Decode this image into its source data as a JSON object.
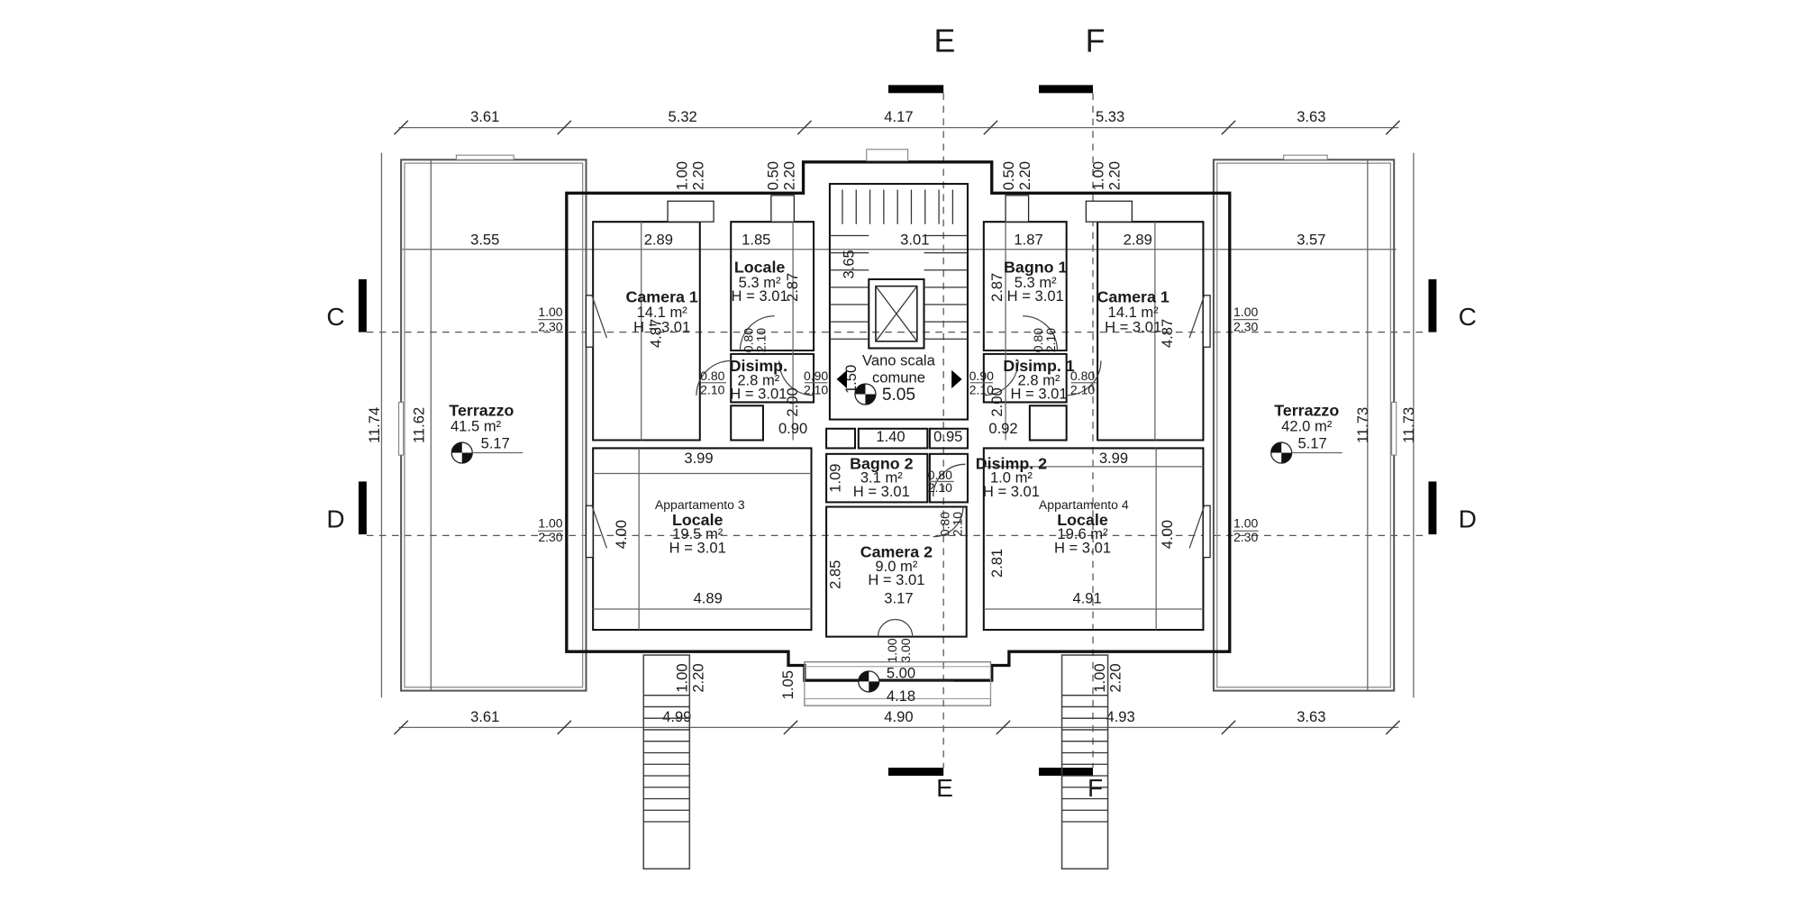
{
  "drawing": {
    "type": "floor-plan",
    "section_markers": {
      "top": [
        "E",
        "F"
      ],
      "bottom": [
        "E",
        "F"
      ],
      "left": [
        "C",
        "D"
      ],
      "right": [
        "C",
        "D"
      ]
    },
    "top_dimensions": [
      "3.61",
      "5.32",
      "4.17",
      "5.33",
      "3.63"
    ],
    "bottom_dimensions": [
      "3.61",
      "4.99",
      "4.90",
      "4.93",
      "3.63"
    ],
    "inner_top_dimensions": [
      "3.55",
      "2.89",
      "1.85",
      "3.01",
      "1.87",
      "2.89",
      "3.57"
    ],
    "left_heights": [
      "11.74",
      "11.62"
    ],
    "right_heights": [
      "11.73",
      "11.73"
    ],
    "window_labels": {
      "top_left_1": [
        "1.00",
        "2.20"
      ],
      "top_left_2": [
        "0.50",
        "2.20"
      ],
      "top_right_1": [
        "0.50",
        "2.20"
      ],
      "top_right_2": [
        "1.00",
        "2.20"
      ],
      "side": [
        "1.00",
        "2.30"
      ],
      "bottom": [
        "1.00",
        "2.20"
      ],
      "entrance": [
        "1.00",
        "3.00"
      ]
    },
    "door_labels": {
      "d080": [
        "0.80",
        "2.10"
      ],
      "d090": [
        "0.90",
        "2.10"
      ]
    },
    "rooms": {
      "terrazzo_left": {
        "name": "Terrazzo",
        "area": "41.5 m²",
        "level": "5.17"
      },
      "terrazzo_right": {
        "name": "Terrazzo",
        "area": "42.0 m²",
        "level": "5.17"
      },
      "camera1_left": {
        "name": "Camera 1",
        "area": "14.1 m²",
        "height": "H = 3.01",
        "dim_v": "4.87"
      },
      "locale_small": {
        "name": "Locale",
        "area": "5.3 m²",
        "height": "H = 3.01",
        "dim_v": "2.87"
      },
      "disimp_left": {
        "name": "Disimp.",
        "area": "2.8 m²",
        "height": "H = 3.01",
        "dim_v": "2.00",
        "dim_h": "0.90"
      },
      "vano_scala": {
        "name_1": "Vano scala",
        "name_2": "comune",
        "level": "5.05",
        "dim_v": "3.65",
        "dim_h": "1.50"
      },
      "bagno1": {
        "name": "Bagno 1",
        "area": "5.3 m²",
        "height": "H = 3.01",
        "dim_v": "2.87"
      },
      "disimp1": {
        "name": "Disimp. 1",
        "area": "2.8 m²",
        "height": "H = 3.01",
        "dim_v": "2.00",
        "dim_h": "0.92"
      },
      "camera1_right": {
        "name": "Camera 1",
        "area": "14.1 m²",
        "height": "H = 3.01",
        "dim_v": "4.87"
      },
      "app3": {
        "apt": "Appartamento 3",
        "name": "Locale",
        "area": "19.5 m²",
        "height": "H = 3.01",
        "dim_w": "3.99",
        "dim_v": "4.00",
        "dim_b": "4.89"
      },
      "bagno2": {
        "name": "Bagno 2",
        "area": "3.1 m²",
        "height": "H = 3.01",
        "dim_w": "1.40",
        "dim_v": "1.09",
        "dim_x": "0.95"
      },
      "disimp2": {
        "name": "Disimp. 2",
        "area": "1.0 m²",
        "height": "H = 3.01"
      },
      "camera2": {
        "name": "Camera 2",
        "area": "9.0 m²",
        "height": "H = 3.01",
        "dim_v": "2.85",
        "dim_b": "3.17"
      },
      "app4": {
        "apt": "Appartamento 4",
        "name": "Locale",
        "area": "19.6 m²",
        "height": "H = 3.01",
        "dim_w": "3.99",
        "dim_v": "4.00",
        "dim_b": "4.91",
        "dim_l": "2.81"
      },
      "entrance": {
        "level": "5.00",
        "width": "4.18",
        "depth": "1.05"
      }
    }
  }
}
